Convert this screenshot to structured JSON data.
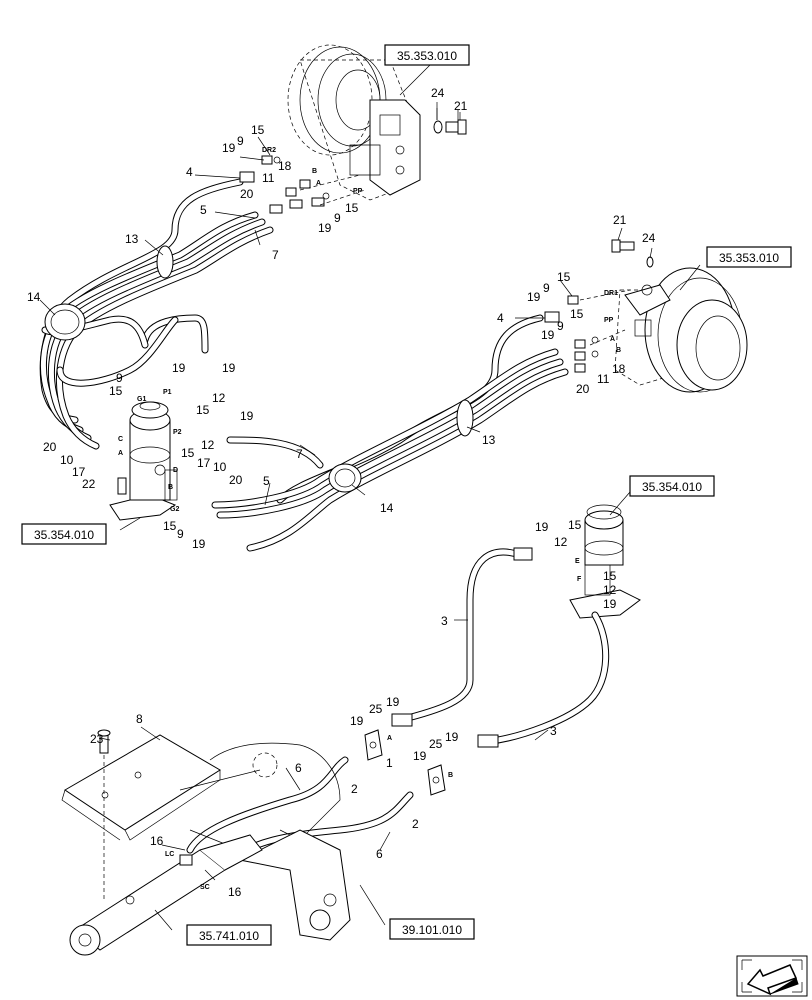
{
  "callouts": {
    "c1": "24",
    "c2": "21",
    "c3": "15",
    "c4": "9",
    "c5": "19",
    "c6": "DR2",
    "c7": "4",
    "c8": "18",
    "c9": "11",
    "c10": "B",
    "c11": "A",
    "c12": "20",
    "c13": "5",
    "c14": "9",
    "c15": "15",
    "c16": "19",
    "c17": "PP",
    "c18": "13",
    "c19": "7",
    "c20": "14",
    "c21": "21",
    "c22": "24",
    "c23": "15",
    "c24": "9",
    "c25": "19",
    "c26": "DR1",
    "c27": "4",
    "c28": "15",
    "c29": "9",
    "c30": "19",
    "c31": "PP",
    "c32": "A",
    "c33": "B",
    "c34": "20",
    "c35": "11",
    "c36": "18",
    "c37": "19",
    "c38": "19",
    "c39": "9",
    "c40": "15",
    "c41": "P1",
    "c42": "G1",
    "c43": "12",
    "c44": "15",
    "c45": "P2",
    "c46": "19",
    "c47": "12",
    "c48": "C",
    "c49": "A",
    "c50": "20",
    "c51": "10",
    "c52": "17",
    "c53": "22",
    "c54": "15",
    "c55": "17",
    "c56": "D",
    "c57": "B",
    "c58": "10",
    "c59": "20",
    "c60": "G2",
    "c61": "15",
    "c62": "9",
    "c63": "19",
    "c64": "5",
    "c65": "7",
    "c66": "13",
    "c67": "14",
    "c68": "19",
    "c69": "12",
    "c70": "15",
    "c71": "E",
    "c72": "F",
    "c73": "15",
    "c74": "12",
    "c75": "19",
    "c76": "3",
    "c77": "3",
    "c78": "8",
    "c79": "23",
    "c80": "25",
    "c81": "19",
    "c82": "19",
    "c83": "A",
    "c84": "1",
    "c85": "2",
    "c86": "6",
    "c87": "25",
    "c88": "19",
    "c89": "19",
    "c90": "B",
    "c91": "2",
    "c92": "6",
    "c93": "16",
    "c94": "LC",
    "c95": "SC",
    "c96": "16"
  },
  "refs": {
    "motor_top": "35.353.010",
    "motor_right": "35.353.010",
    "swivel_left": "35.354.010",
    "swivel_right": "35.354.010",
    "cylinder": "35.741.010",
    "frame": "39.101.010"
  },
  "nav": {
    "icon": "next-page-arrow-icon"
  }
}
